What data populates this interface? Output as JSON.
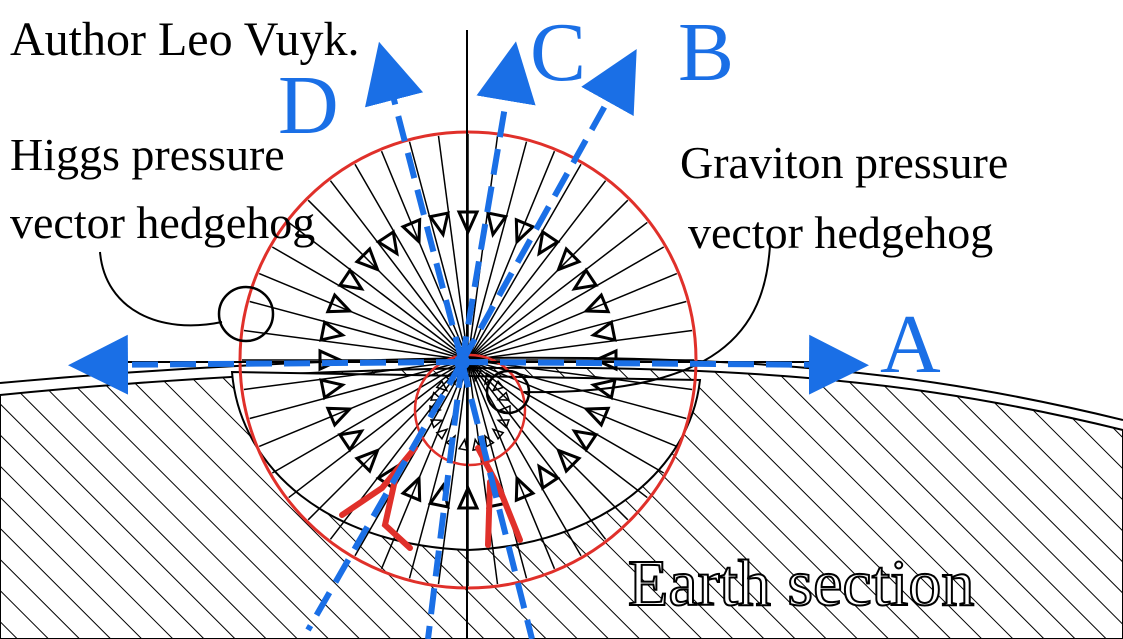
{
  "title": "Author Leo Vuyk.",
  "labels": {
    "higgs_line1": "Higgs pressure",
    "higgs_line2": "vector hedgehog",
    "graviton_line1": "Graviton pressure",
    "graviton_line2": "vector hedgehog",
    "earth": "Earth section"
  },
  "vectors": {
    "A": "A",
    "B": "B",
    "C": "C",
    "D": "D"
  },
  "colors": {
    "vector": "#1a6fe6",
    "circle": "#e0302a",
    "ink": "#000000"
  }
}
